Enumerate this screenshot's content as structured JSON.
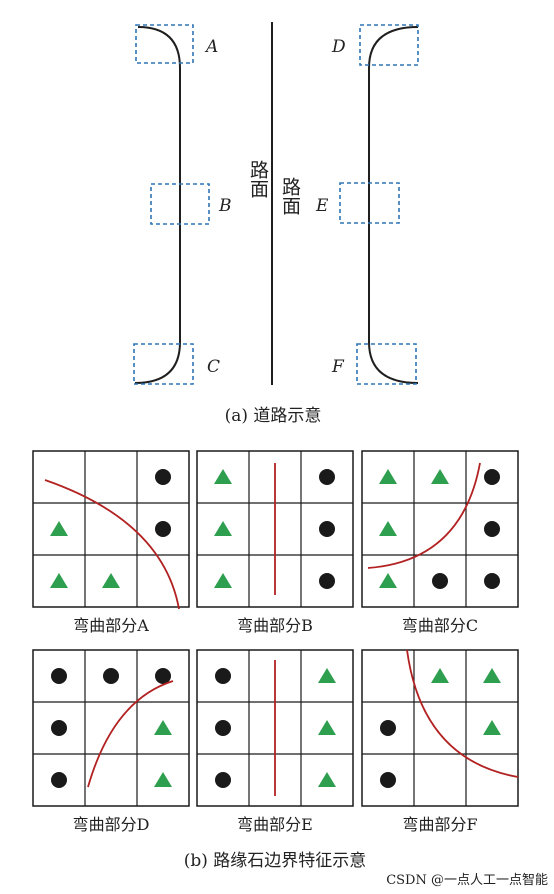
{
  "road": {
    "point_labels_left": [
      "A",
      "B",
      "C"
    ],
    "point_labels_right": [
      "D",
      "E",
      "F"
    ],
    "surface_label_left": "路面",
    "surface_label_right": "路面",
    "caption": "(a) 道路示意"
  },
  "panels": [
    {
      "caption": "弯曲部分A",
      "grid": [
        [
          "",
          "",
          "circle"
        ],
        [
          "triangle",
          "",
          "circle"
        ],
        [
          "triangle",
          "triangle",
          ""
        ]
      ],
      "curve": "arc-A"
    },
    {
      "caption": "弯曲部分B",
      "grid": [
        [
          "triangle",
          "",
          "circle"
        ],
        [
          "triangle",
          "",
          "circle"
        ],
        [
          "triangle",
          "",
          "circle"
        ]
      ],
      "curve": "line-B"
    },
    {
      "caption": "弯曲部分C",
      "grid": [
        [
          "triangle",
          "triangle",
          "circle"
        ],
        [
          "triangle",
          "",
          "circle"
        ],
        [
          "triangle",
          "circle",
          "circle"
        ]
      ],
      "curve": "arc-C"
    },
    {
      "caption": "弯曲部分D",
      "grid": [
        [
          "circle",
          "circle",
          "circle"
        ],
        [
          "circle",
          "",
          "triangle"
        ],
        [
          "circle",
          "",
          "triangle"
        ]
      ],
      "curve": "arc-D"
    },
    {
      "caption": "弯曲部分E",
      "grid": [
        [
          "circle",
          "",
          "triangle"
        ],
        [
          "circle",
          "",
          "triangle"
        ],
        [
          "circle",
          "",
          "triangle"
        ]
      ],
      "curve": "line-E"
    },
    {
      "caption": "弯曲部分F",
      "grid": [
        [
          "",
          "triangle",
          "triangle"
        ],
        [
          "circle",
          "",
          "triangle"
        ],
        [
          "circle",
          "",
          ""
        ]
      ],
      "curve": "arc-F"
    }
  ],
  "bottom_caption": "(b) 路缘石边界特征示意",
  "watermark": "CSDN @一点人工一点智能",
  "colors": {
    "curb_line": "#1f1f1f",
    "box_dash": "#2e75b6",
    "boundary": "#b22222",
    "triangle": "#2e9e4f",
    "circle": "#1a1a1a",
    "grid": "#1a1a1a"
  }
}
